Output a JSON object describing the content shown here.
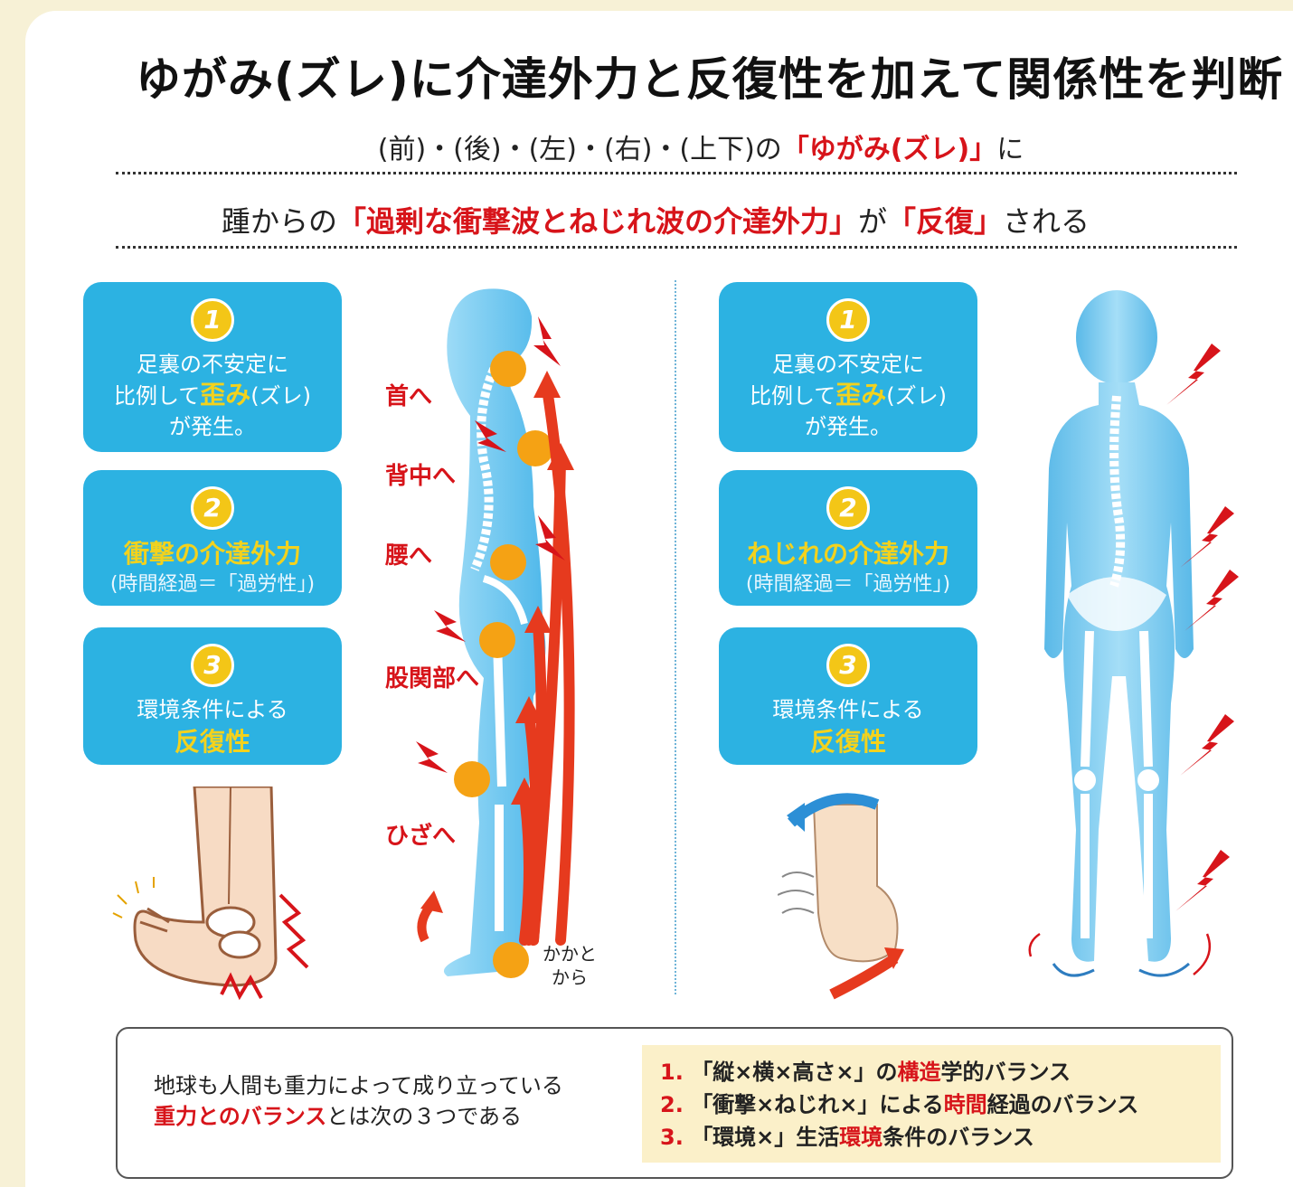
{
  "title": "ゆがみ(ズレ)に介達外力と反復性を加えて関係性を判断",
  "line1": {
    "prefix": "(前)・(後)・(左)・(右)・(上下)の",
    "highlight": "「ゆがみ(ズレ)」",
    "suffix": "に"
  },
  "line2": {
    "p1": "踵からの",
    "h1": "「過剰な衝撃波とねじれ波の介達外力」",
    "p2": "が",
    "h2": "「反復」",
    "p3": "される"
  },
  "left_cards": [
    {
      "num": "1",
      "l1": "足裏の不安定に",
      "l2a": "比例して",
      "l2hl": "歪み",
      "l2b": "(ズレ)",
      "l3": "が発生。"
    },
    {
      "num": "2",
      "big": "衝撃の介達外力",
      "sub": "(時間経過＝「過労性」)"
    },
    {
      "num": "3",
      "l1": "環境条件による",
      "big": "反復性"
    }
  ],
  "right_cards": [
    {
      "num": "1",
      "l1": "足裏の不安定に",
      "l2a": "比例して",
      "l2hl": "歪み",
      "l2b": "(ズレ)",
      "l3": "が発生。"
    },
    {
      "num": "2",
      "big": "ねじれの介達外力",
      "sub": "(時間経過＝「過労性」)"
    },
    {
      "num": "3",
      "l1": "環境条件による",
      "big": "反復性"
    }
  ],
  "body_labels": [
    "首へ",
    "背中へ",
    "腰へ",
    "股関部へ",
    "ひざへ"
  ],
  "heel_label": [
    "かかと",
    "から"
  ],
  "bottom": {
    "left_l1": "地球も人間も重力によって成り立っている",
    "left_l2_hl": "重力とのバランス",
    "left_l2_rest": "とは次の３つである",
    "items": [
      {
        "num": "1.",
        "a": "「縦×横×高さ×」の",
        "hl": "構造",
        "b": "学的バランス"
      },
      {
        "num": "2.",
        "a": "「衝撃×ねじれ×」による",
        "hl": "時間",
        "b": "経過のバランス"
      },
      {
        "num": "3.",
        "a": "「環境×」生活",
        "hl": "環境",
        "b": "条件のバランス"
      }
    ]
  },
  "colors": {
    "card": "#2cb2e2",
    "accent_red": "#d7141a",
    "accent_yellow": "#f3c617",
    "body": "#6cc6ef"
  }
}
